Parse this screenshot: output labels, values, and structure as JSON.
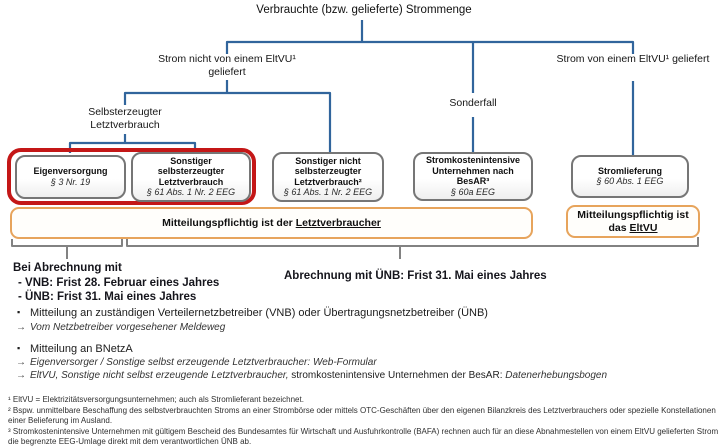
{
  "title": "Verbrauchte (bzw. gelieferte) Strommenge",
  "branches": {
    "left_label": "Strom nicht von einem EltVU¹ geliefert",
    "right_label": "Strom von einem EltVU¹ geliefert",
    "sonderfall_label": "Sonderfall",
    "self_generated_label": "Selbsterzeugter Letztverbrauch"
  },
  "boxes": [
    {
      "title": "Eigenversorgung",
      "law": "§ 3 Nr. 19"
    },
    {
      "title": "Sonstiger selbsterzeugter Letztverbrauch",
      "law": "§ 61 Abs. 1 Nr. 2 EEG"
    },
    {
      "title": "Sonstiger nicht selbsterzeugter Letztverbrauch²",
      "law": "§ 61 Abs. 1 Nr. 2 EEG"
    },
    {
      "title": "Stromkostenintensive Unternehmen nach BesAR³",
      "law": "§ 60a EEG"
    },
    {
      "title": "Stromlieferung",
      "law": "§ 60 Abs. 1 EEG"
    }
  ],
  "obligations": {
    "letztverbraucher_prefix": "Mitteilungspflichtig ist der ",
    "letztverbraucher_subject": "Letztverbraucher",
    "eltvu_prefix": "Mitteilungspflichtig ist das ",
    "eltvu_subject": "EltVU"
  },
  "deadlines": {
    "left_heading": "Bei Abrechnung mit",
    "left_item1": "-  VNB: Frist 28. Februar eines Jahres",
    "left_item2": "-  ÜNB: Frist 31. Mai eines Jahres",
    "right_text": "Abrechnung  mit ÜNB:  Frist 31. Mai eines Jahres"
  },
  "notes": {
    "bullet_glyph": "▪",
    "arrow_glyph": "→",
    "bullet1": "Mitteilung  an zuständigen Verteilernetzbetreiber (VNB) oder Übertragungsnetzbetreiber (ÜNB)",
    "arrow1": "Vom Netzbetreiber  vorgesehener  Meldeweg",
    "bullet2": "Mitteilung  an BNetzA",
    "arrow2": "Eigenversorger / Sonstige selbst erzeugende  Letztverbraucher:  Web-Formular",
    "arrow3_italic1": "EltVU, Sonstige nicht selbst erzeugende  Letztverbraucher,",
    "arrow3_normal": " stromkostenintensive Unternehmen der BesAR: ",
    "arrow3_italic2": "Datenerhebungsbogen"
  },
  "footnotes": [
    "¹ EltVU = Elektrizitätsversorgungsunternehmen; auch als Stromlieferant bezeichnet.",
    "² Bspw. unmittelbare Beschaffung des selbstverbrauchten Stroms an einer Strombörse oder mittels OTC-Geschäften über den eigenen Bilanzkreis des Letztverbrauchers oder spezielle Konstellationen einer Belieferung im Ausland.",
    "³ Stromkostenintensive Unternehmen mit gültigem Bescheid des Bundesamtes für Wirtschaft und Ausfuhrkontrolle (BAFA) rechnen auch für an diese Abnahmestellen von einem EltVU gelieferten Strom die begrenzte EEG-Umlage direkt mit dem verantwortlichen ÜNB ab."
  ],
  "colors": {
    "connector_blue": "#31659c",
    "highlight_red": "#c41717",
    "obligation_orange": "#e7a45c",
    "box_border_gray": "#767676",
    "brace_gray": "#828282"
  }
}
